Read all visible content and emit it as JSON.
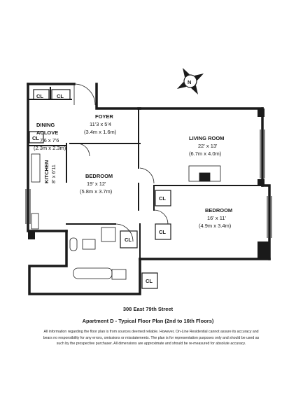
{
  "compass": {
    "label": "N",
    "icon": "compass-icon"
  },
  "rooms": {
    "foyer": {
      "name": "FOYER",
      "dims": "11'3 x 5'4",
      "metric": "(3.4m x 1.6m)"
    },
    "living": {
      "name": "LIVING ROOM",
      "dims": "22' x 13'",
      "metric": "(6.7m x 4.0m)"
    },
    "dining": {
      "name": "DINING",
      "name2": "ACLOVE",
      "dims": "7'6 x 7'6",
      "metric": "(2.3m x 2.3m)"
    },
    "kitchen": {
      "name": "KITCHEN",
      "dims": "8' x 6'11"
    },
    "bedroom1": {
      "name": "BEDROOM",
      "dims": "19' x 12'",
      "metric": "(5.8m x 3.7m)"
    },
    "bedroom2": {
      "name": "BEDROOM",
      "dims": "16' x 11'",
      "metric": "(4.9m x 3.4m)"
    }
  },
  "closet_label": "CL",
  "address": "308 East 79th Street",
  "plan_title": "Apartment D - Typical Floor Plan (2nd to 16th Floors)",
  "disclaimer": "All information regarding the floor plan is from sources deemed reliable. However, On-Line Residential cannot assure its accuracy and bears no responsibility for any errors, omissions or misstatements. The plan is for representation purposes only and should be used as such by the prospective purchaser. All dimensions are approximate and should be re-measured for absolute accuracy."
}
